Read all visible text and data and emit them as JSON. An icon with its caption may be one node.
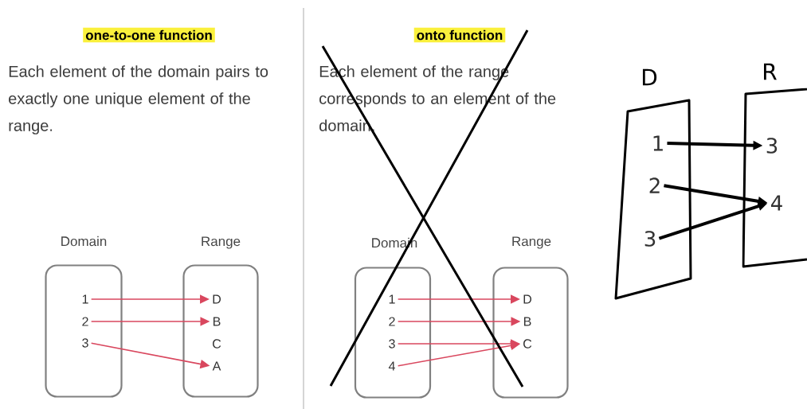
{
  "diagram": {
    "nodes": [
      {
        "text": [
          "Domain"
        ]
      },
      {
        "text": [
          "1"
        ],
        "in": 0
      },
      {
        "text": [
          "2"
        ],
        "in": 0
      },
      {
        "text": [
          "3"
        ],
        "in": 0
      },
      {
        "text": [
          "Range"
        ]
      },
      {
        "text": [
          "D"
        ],
        "in": 4
      },
      {
        "text": [
          "B"
        ],
        "in": 4
      },
      {
        "text": [
          "C"
        ],
        "in": 4
      },
      {
        "text": [
          "A"
        ],
        "in": 4
      },
      {
        "text": [
          "Domain"
        ]
      },
      {
        "text": [
          "1"
        ],
        "in": 9
      },
      {
        "text": [
          "2"
        ],
        "in": 9
      },
      {
        "text": [
          "3"
        ],
        "in": 9
      },
      {
        "text": [
          "4"
        ],
        "in": 9
      },
      {
        "text": [
          "Range"
        ]
      },
      {
        "text": [
          "D"
        ],
        "in": 14
      },
      {
        "text": [
          "B"
        ],
        "in": 14
      },
      {
        "text": [
          "C"
        ],
        "in": 14
      },
      {
        "text": [
          "D"
        ]
      },
      {
        "text": [
          "1"
        ],
        "in": 18
      },
      {
        "text": [
          "2"
        ],
        "in": 18
      },
      {
        "text": [
          "3"
        ],
        "in": 18
      },
      {
        "text": [
          "R"
        ]
      },
      {
        "text": [
          "3"
        ],
        "in": 22
      },
      {
        "text": [
          "4"
        ],
        "in": 22
      }
    ],
    "edges": [
      {
        "from": 1,
        "to": 5,
        "arrow": "to"
      },
      {
        "from": 2,
        "to": 6,
        "arrow": "to"
      },
      {
        "from": 3,
        "to": 8,
        "arrow": "to"
      },
      {
        "from": 10,
        "to": 15,
        "arrow": "to"
      },
      {
        "from": 11,
        "to": 16,
        "arrow": "to"
      },
      {
        "from": 12,
        "to": 17,
        "arrow": "to"
      },
      {
        "from": 13,
        "to": 17,
        "arrow": "to"
      },
      {
        "from": 19,
        "to": 23,
        "arrow": "to",
        "style": "thick",
        "color": "#000000"
      },
      {
        "from": 20,
        "to": 24,
        "arrow": "to",
        "style": "thick",
        "color": "#000000"
      },
      {
        "from": 21,
        "to": 24,
        "arrow": "to",
        "style": "thick",
        "color": "#000000"
      }
    ],
    "labels": [
      "one-to-one function",
      "Each element of the domain pairs to exactly one unique element of the range.",
      "onto function",
      "Each element of the range corresponds to an element of the domain."
    ]
  }
}
